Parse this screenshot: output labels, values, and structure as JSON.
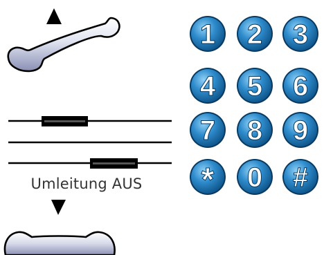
{
  "caption": "Umleitung AUS",
  "keypad": {
    "keys": [
      "1",
      "2",
      "3",
      "4",
      "5",
      "6",
      "7",
      "8",
      "9",
      "*",
      "0",
      "#"
    ]
  },
  "icons": {
    "up_arrow": "triangle-up-icon",
    "down_arrow": "triangle-down-icon",
    "handset_lifted": "handset-offhook-icon",
    "handset_down": "handset-onhook-icon",
    "forwarding_lines": "call-forwarding-lines-icon"
  },
  "colors": {
    "key_light": "#5fb6ea",
    "key_dark": "#0b4f84",
    "key_rim": "#083a62",
    "handset_light": "#e9ecf6",
    "handset_dark": "#8a8fb5",
    "line": "#000000",
    "text": "#333333"
  }
}
